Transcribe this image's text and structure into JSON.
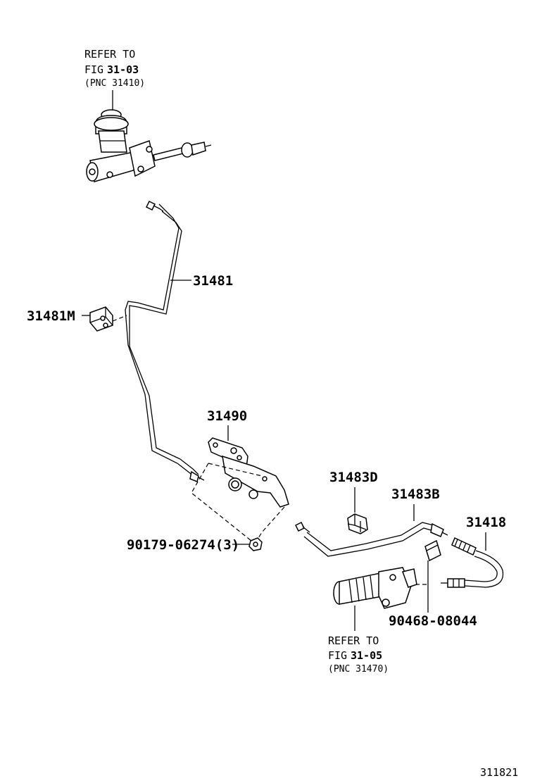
{
  "diagram": {
    "callouts": {
      "ref_top_l1": "REFER TO",
      "ref_top_l2_a": "FIG",
      "ref_top_l2_b": "31-03",
      "ref_top_l3": "(PNC 31410)",
      "p31481": "31481",
      "p31481M": "31481M",
      "p31490": "31490",
      "p31483D": "31483D",
      "p31483B": "31483B",
      "p31418": "31418",
      "p90179": "90179-06274(3)",
      "p90468": "90468-08044",
      "ref_bot_l1": "REFER TO",
      "ref_bot_l2_a": "FIG",
      "ref_bot_l2_b": "31-05",
      "ref_bot_l3": "(PNC 31470)",
      "figure_no": "311821"
    }
  }
}
